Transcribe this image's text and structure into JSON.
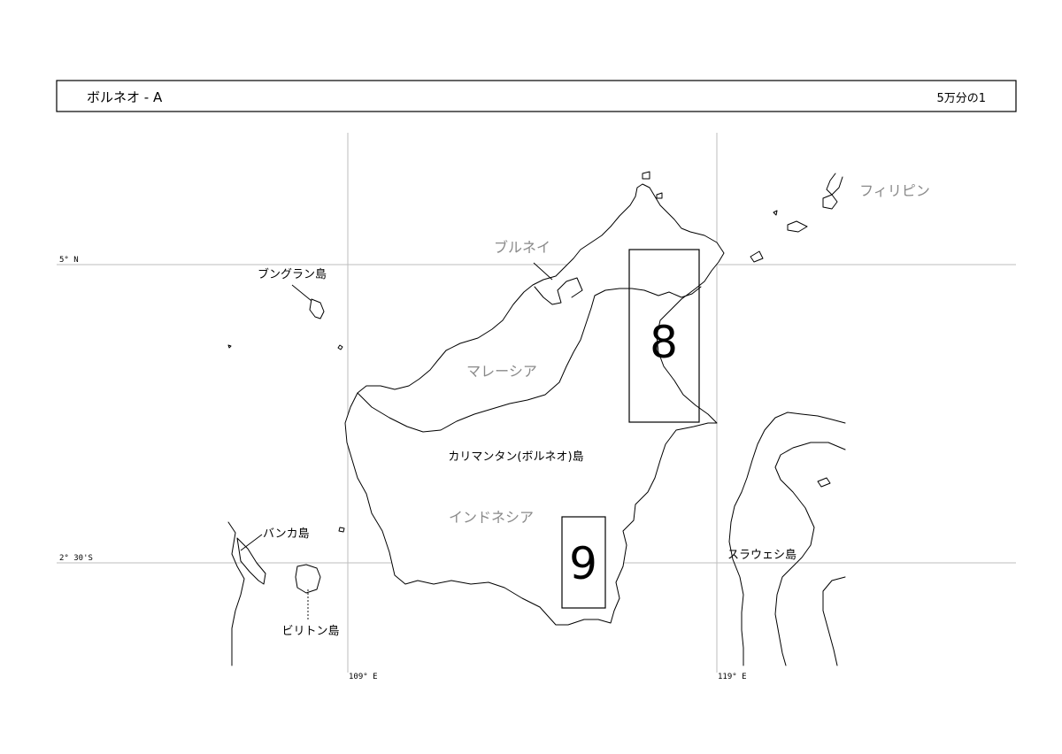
{
  "header": {
    "title": "ボルネオ - A",
    "scale": "5万分の1"
  },
  "coordinates": {
    "lat_north": "5° N",
    "lat_south": "2° 30'S",
    "lon_west": "109° E",
    "lon_east": "119° E"
  },
  "countries": {
    "brunei": "ブルネイ",
    "malaysia": "マレーシア",
    "indonesia": "インドネシア",
    "philippines": "フィリピン"
  },
  "places": {
    "borneo": "カリマンタン(ボルネオ)島",
    "bunguran": "ブングラン島",
    "bangka": "バンカ島",
    "belitung": "ビリトン島",
    "sulawesi": "スラウェシ島"
  },
  "sheets": {
    "sheet_8": "8",
    "sheet_9": "9"
  },
  "colors": {
    "grid": "#bdbdbd",
    "country_label": "#8a8a8a",
    "line": "#000000"
  }
}
